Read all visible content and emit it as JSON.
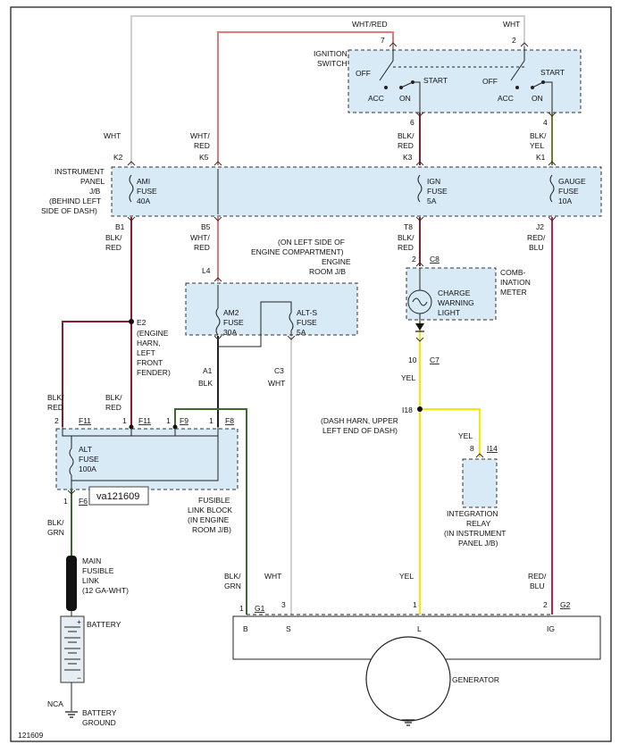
{
  "diagram_id": "121609",
  "tooltip": "va121609",
  "colors": {
    "wht": "#cfcfcf",
    "red": "#e07b7b",
    "darkred": "#8a1c2c",
    "green": "#3d6b2e",
    "yellow": "#f2ea00",
    "olive": "#7a7a2a",
    "crimson": "#c21d4a",
    "blk": "#222222",
    "panel": "#d9eaf7"
  },
  "ignition": {
    "title": [
      "IGNITION",
      "SWITCH"
    ],
    "wire_wht_red": "WHT/RED",
    "wire_wht": "WHT",
    "pin7": "7",
    "pin2": "2",
    "pin6": "6",
    "pin4": "4",
    "off": "OFF",
    "acc": "ACC",
    "on": "ON",
    "start": "START"
  },
  "panel_jb": {
    "title": [
      "INSTRUMENT",
      "PANEL",
      "J/B",
      "(BEHIND LEFT",
      "SIDE OF DASH)"
    ],
    "k2_wire": "WHT",
    "k2": "K2",
    "k5_wire": [
      "WHT/",
      "RED"
    ],
    "k5": "K5",
    "k3_wire": [
      "BLK/",
      "RED"
    ],
    "k3": "K3",
    "k1_wire": [
      "BLK/",
      "YEL"
    ],
    "k1": "K1",
    "ami": [
      "AMI",
      "FUSE",
      "40A"
    ],
    "ign": [
      "IGN",
      "FUSE",
      "5A"
    ],
    "gauge": [
      "GAUGE",
      "FUSE",
      "10A"
    ],
    "b1": "B1",
    "b1_wire": [
      "BLK/",
      "RED"
    ],
    "b5": "B5",
    "b5_wire": [
      "WHT/",
      "RED"
    ],
    "t8": "T8",
    "t8_wire": [
      "BLK/",
      "RED"
    ],
    "j2": "J2",
    "j2_wire": [
      "RED/",
      "BLU"
    ]
  },
  "engine_jb": {
    "title": [
      "(ON LEFT SIDE OF",
      "ENGINE COMPARTMENT)",
      "ENGINE",
      "ROOM J/B"
    ],
    "l4": "L4",
    "am2": [
      "AM2",
      "FUSE",
      "30A"
    ],
    "alts": [
      "ALT-S",
      "FUSE",
      "5A"
    ],
    "a1": "A1",
    "a1_wire": "BLK",
    "c3": "C3",
    "c3_wire": "WHT"
  },
  "splice_e2": {
    "label": [
      "E2",
      "(ENGINE",
      "HARN,",
      "LEFT",
      "FRONT",
      "FENDER)"
    ]
  },
  "fusible": {
    "wire_left": [
      "BLK/",
      "RED"
    ],
    "wire_mid": [
      "BLK/",
      "RED"
    ],
    "pin2": "2",
    "f11a": "F11",
    "pin1a": "1",
    "f11b": "F11",
    "pin1b": "1",
    "f9": "F9",
    "pin1c": "1",
    "f8": "F8",
    "alt": [
      "ALT",
      "FUSE",
      "100A"
    ],
    "pin_f6": "1",
    "f6": "F6",
    "title": [
      "FUSIBLE",
      "LINK BLOCK",
      "(IN ENGINE",
      "ROOM J/B)"
    ]
  },
  "main_link": {
    "wire": [
      "BLK/",
      "GRN"
    ],
    "label": [
      "MAIN",
      "FUSIBLE",
      "LINK",
      "(12 GA-WHT)"
    ]
  },
  "battery": {
    "label": "BATTERY",
    "plus": "+",
    "minus": "−",
    "nca": "NCA",
    "ground": [
      "BATTERY",
      "GROUND"
    ]
  },
  "meter": {
    "pin2": "2",
    "c8": "C8",
    "title": [
      "COMB-",
      "INATION",
      "METER"
    ],
    "light": [
      "CHARGE",
      "WARNING",
      "LIGHT"
    ],
    "pin10": "10",
    "c7": "C7",
    "wire": "YEL"
  },
  "splice_i18": {
    "id": "I18",
    "label": [
      "(DASH HARN, UPPER",
      "LEFT END OF DASH)"
    ]
  },
  "relay": {
    "wire": "YEL",
    "pin": "8",
    "conn": "I14",
    "label": [
      "INTEGRATION",
      "RELAY",
      "(IN INSTRUMENT",
      "PANEL J/B)"
    ]
  },
  "generator": {
    "label": "GENERATOR",
    "w_b": [
      "BLK/",
      "GRN"
    ],
    "w_s": "WHT",
    "w_l": "YEL",
    "w_ig": [
      "RED/",
      "BLU"
    ],
    "p1": "1",
    "g1": "G1",
    "p3": "3",
    "p1b": "1",
    "p2": "2",
    "g2": "G2",
    "t_b": "B",
    "t_s": "S",
    "t_l": "L",
    "t_ig": "IG"
  }
}
